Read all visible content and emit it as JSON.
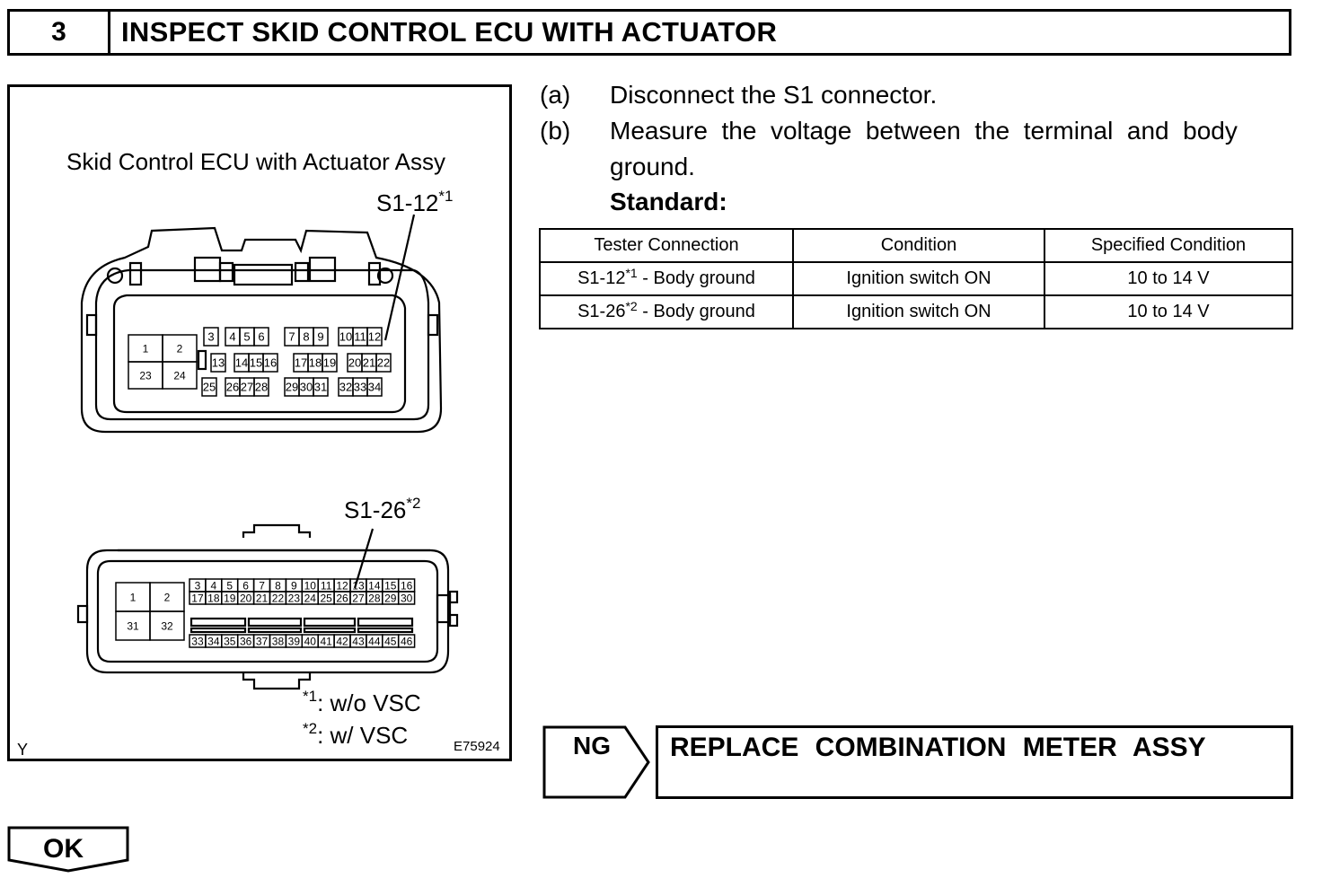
{
  "header": {
    "step_number": "3",
    "title": "INSPECT SKID CONTROL ECU WITH ACTUATOR"
  },
  "figure": {
    "title": "Skid Control ECU with Actuator Assy",
    "callout_top": {
      "label": "S1-12",
      "note": "*1"
    },
    "callout_bottom": {
      "label": "S1-26",
      "note": "*2"
    },
    "footnotes": [
      {
        "mark": "*1",
        "text": ": w/o VSC"
      },
      {
        "mark": "*2",
        "text": ": w/ VSC"
      }
    ],
    "corner_left": "Y",
    "figure_id": "E75924",
    "connector_top": {
      "big_pins": [
        "1",
        "2",
        "23",
        "24"
      ],
      "row1": [
        "3",
        "4",
        "5",
        "6",
        "7",
        "8",
        "9",
        "10",
        "11",
        "12"
      ],
      "row2": [
        "13",
        "14",
        "15",
        "16",
        "17",
        "18",
        "19",
        "20",
        "21",
        "22"
      ],
      "row3": [
        "25",
        "26",
        "27",
        "28",
        "29",
        "30",
        "31",
        "32",
        "33",
        "34"
      ]
    },
    "connector_bottom": {
      "big_pins": [
        "1",
        "2",
        "31",
        "32"
      ],
      "row1": [
        "3",
        "4",
        "5",
        "6",
        "7",
        "8",
        "9",
        "10",
        "11",
        "12",
        "13",
        "14",
        "15",
        "16"
      ],
      "row2": [
        "17",
        "18",
        "19",
        "20",
        "21",
        "22",
        "23",
        "24",
        "25",
        "26",
        "27",
        "28",
        "29",
        "30"
      ],
      "row3": [
        "33",
        "34",
        "35",
        "36",
        "37",
        "38",
        "39",
        "40",
        "41",
        "42",
        "43",
        "44",
        "45",
        "46"
      ]
    }
  },
  "steps": [
    {
      "letter": "(a)",
      "text": "Disconnect the S1 connector."
    },
    {
      "letter": "(b)",
      "text_line1": "Measure  the  voltage  between  the  terminal  and  body",
      "text_line2": "ground."
    }
  ],
  "standard_label": "Standard:",
  "table": {
    "headers": [
      "Tester Connection",
      "Condition",
      "Specified Condition"
    ],
    "rows": [
      {
        "terminal": "S1-12",
        "mark": "*1",
        "suffix": " - Body ground",
        "condition": "Ignition switch ON",
        "spec": "10 to 14 V"
      },
      {
        "terminal": "S1-26",
        "mark": "*2",
        "suffix": " - Body ground",
        "condition": "Ignition switch ON",
        "spec": "10 to 14 V"
      }
    ]
  },
  "ng_result": {
    "label": "NG",
    "action": "REPLACE COMBINATION METER ASSY"
  },
  "ok_result": {
    "label": "OK"
  }
}
